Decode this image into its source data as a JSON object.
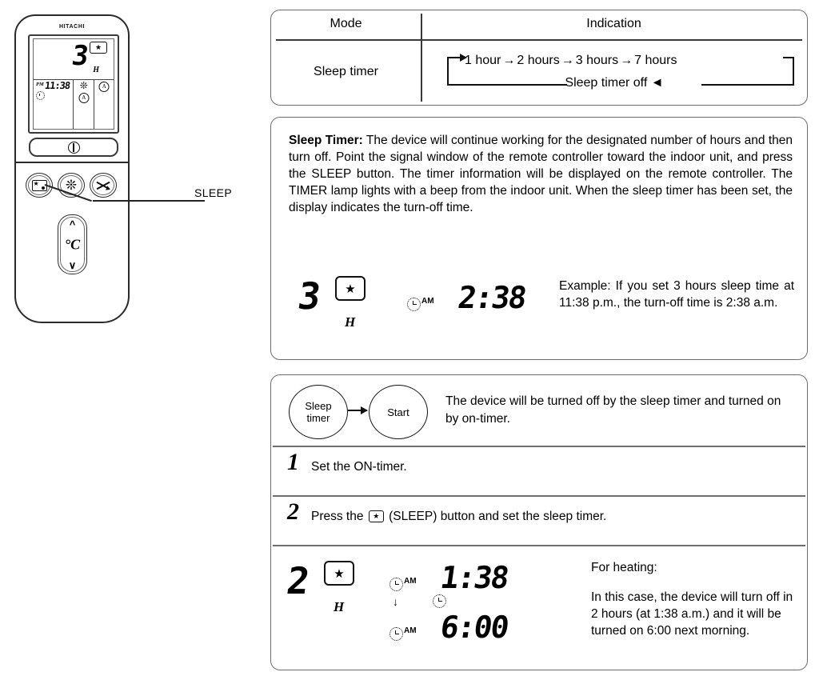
{
  "remote": {
    "brand": "HITACHI",
    "lcd": {
      "hours_value": "3",
      "sleep_star": "★",
      "hours_unit": "H",
      "ampm": "PM",
      "time": "11:38",
      "clock_icon": "clock-icon",
      "fan_icon": "fan-icon",
      "fan_auto": "A",
      "mode_auto": "A"
    },
    "buttons": {
      "power": "power-icon",
      "sleep": "sleep-star-icon",
      "fan": "fan-icon",
      "swing": "swing-louver-icon",
      "temp_up": "chevron-up-icon",
      "temp_unit": "°C",
      "temp_down": "chevron-down-icon"
    },
    "callout_label": "SLEEP"
  },
  "table": {
    "headers": [
      "Mode",
      "Indication"
    ],
    "mode_cell": "Sleep timer",
    "cycle": {
      "steps": [
        "1 hour",
        "2 hours",
        "3 hours",
        "7 hours"
      ],
      "arrow": "→",
      "off_label": "Sleep timer off",
      "back_arrow": "◄"
    }
  },
  "description": {
    "title": "Sleep Timer:",
    "body": " The device will continue working for the designated number of hours and then turn off. Point the signal window of the remote controller toward the indoor unit, and press the SLEEP button. The timer information will be displayed on the remote controller. The TIMER lamp lights with a beep from the indoor unit. When the sleep timer has been set, the display indicates the turn-off time.",
    "example_figure": {
      "hours_value": "3",
      "star": "★",
      "hours_unit": "H",
      "am_label": "AM",
      "time": "2:38"
    },
    "example_note": "Example: If you set 3 hours sleep time at 11:38 p.m., the turn-off time is 2:38 a.m."
  },
  "steps_panel": {
    "flow": {
      "node1_line1": "Sleep",
      "node1_line2": "timer",
      "node2": "Start",
      "note": "The device will be turned off by the sleep timer and turned on by on-timer."
    },
    "step1": {
      "number": "1",
      "text": "Set the ON-timer."
    },
    "step2": {
      "number": "2",
      "text_before": "Press the ",
      "star": "★",
      "text_after": " (SLEEP) button and set the sleep timer."
    },
    "bottom_figure": {
      "hours_value": "2",
      "star": "★",
      "hours_unit": "H",
      "am_label_1": "AM",
      "time_1": "1:38",
      "down_arrow": "↓",
      "am_label_2": "AM",
      "time_2": "6:00"
    },
    "heating_title": "For heating:",
    "heating_body": "In this case, the device will turn off in 2 hours (at 1:38 a.m.) and it will be turned on 6:00 next morning."
  },
  "colors": {
    "ink": "#000000",
    "panel_border": "#6e6e6e",
    "table_rule": "#3a3a3a",
    "background": "#ffffff"
  }
}
